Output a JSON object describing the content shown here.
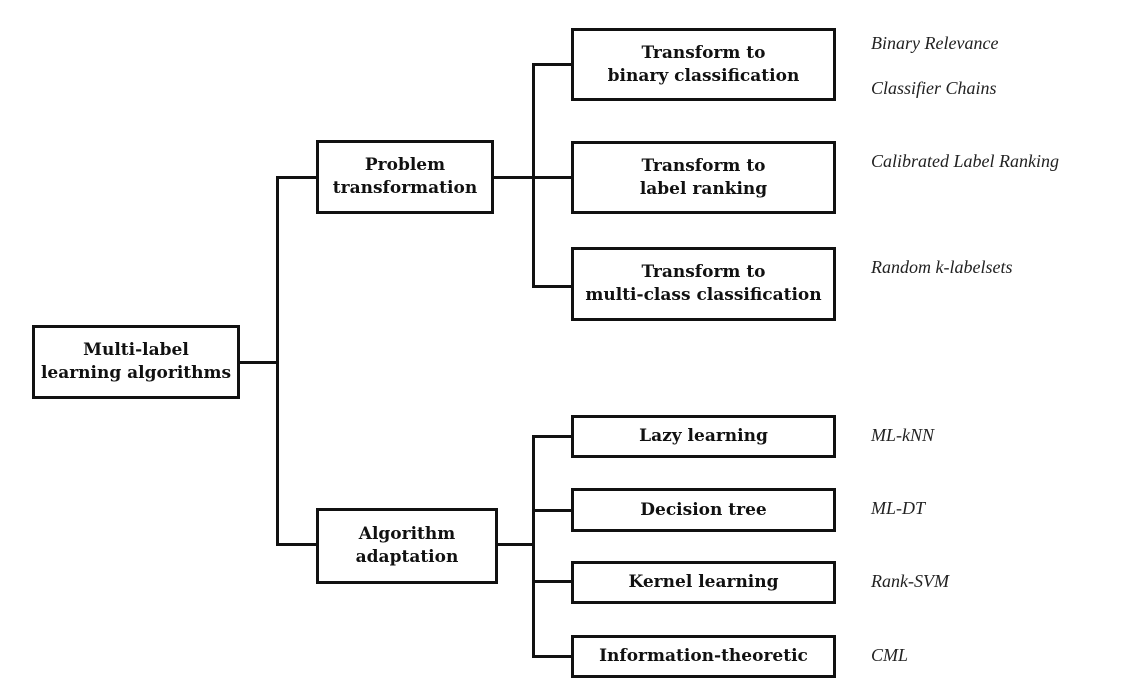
{
  "root": {
    "line1": "Multi-label",
    "line2": "learning algorithms"
  },
  "categories": [
    {
      "line1": "Problem",
      "line2": "transformation",
      "subcategories": [
        {
          "line1": "Transform to",
          "line2": "binary classification",
          "methods": [
            "Binary Relevance",
            "Classifier Chains"
          ]
        },
        {
          "line1": "Transform to",
          "line2": "label ranking",
          "methods": [
            "Calibrated Label Ranking"
          ]
        },
        {
          "line1": "Transform to",
          "line2": "multi-class classification",
          "methods": [
            "Random k-labelsets"
          ]
        }
      ]
    },
    {
      "line1": "Algorithm",
      "line2": "adaptation",
      "subcategories": [
        {
          "line1": "Lazy learning",
          "methods": [
            "ML-kNN"
          ]
        },
        {
          "line1": "Decision tree",
          "methods": [
            "ML-DT"
          ]
        },
        {
          "line1": "Kernel learning",
          "methods": [
            "Rank-SVM"
          ]
        },
        {
          "line1": "Information-theoretic",
          "methods": [
            "CML"
          ]
        }
      ]
    }
  ]
}
